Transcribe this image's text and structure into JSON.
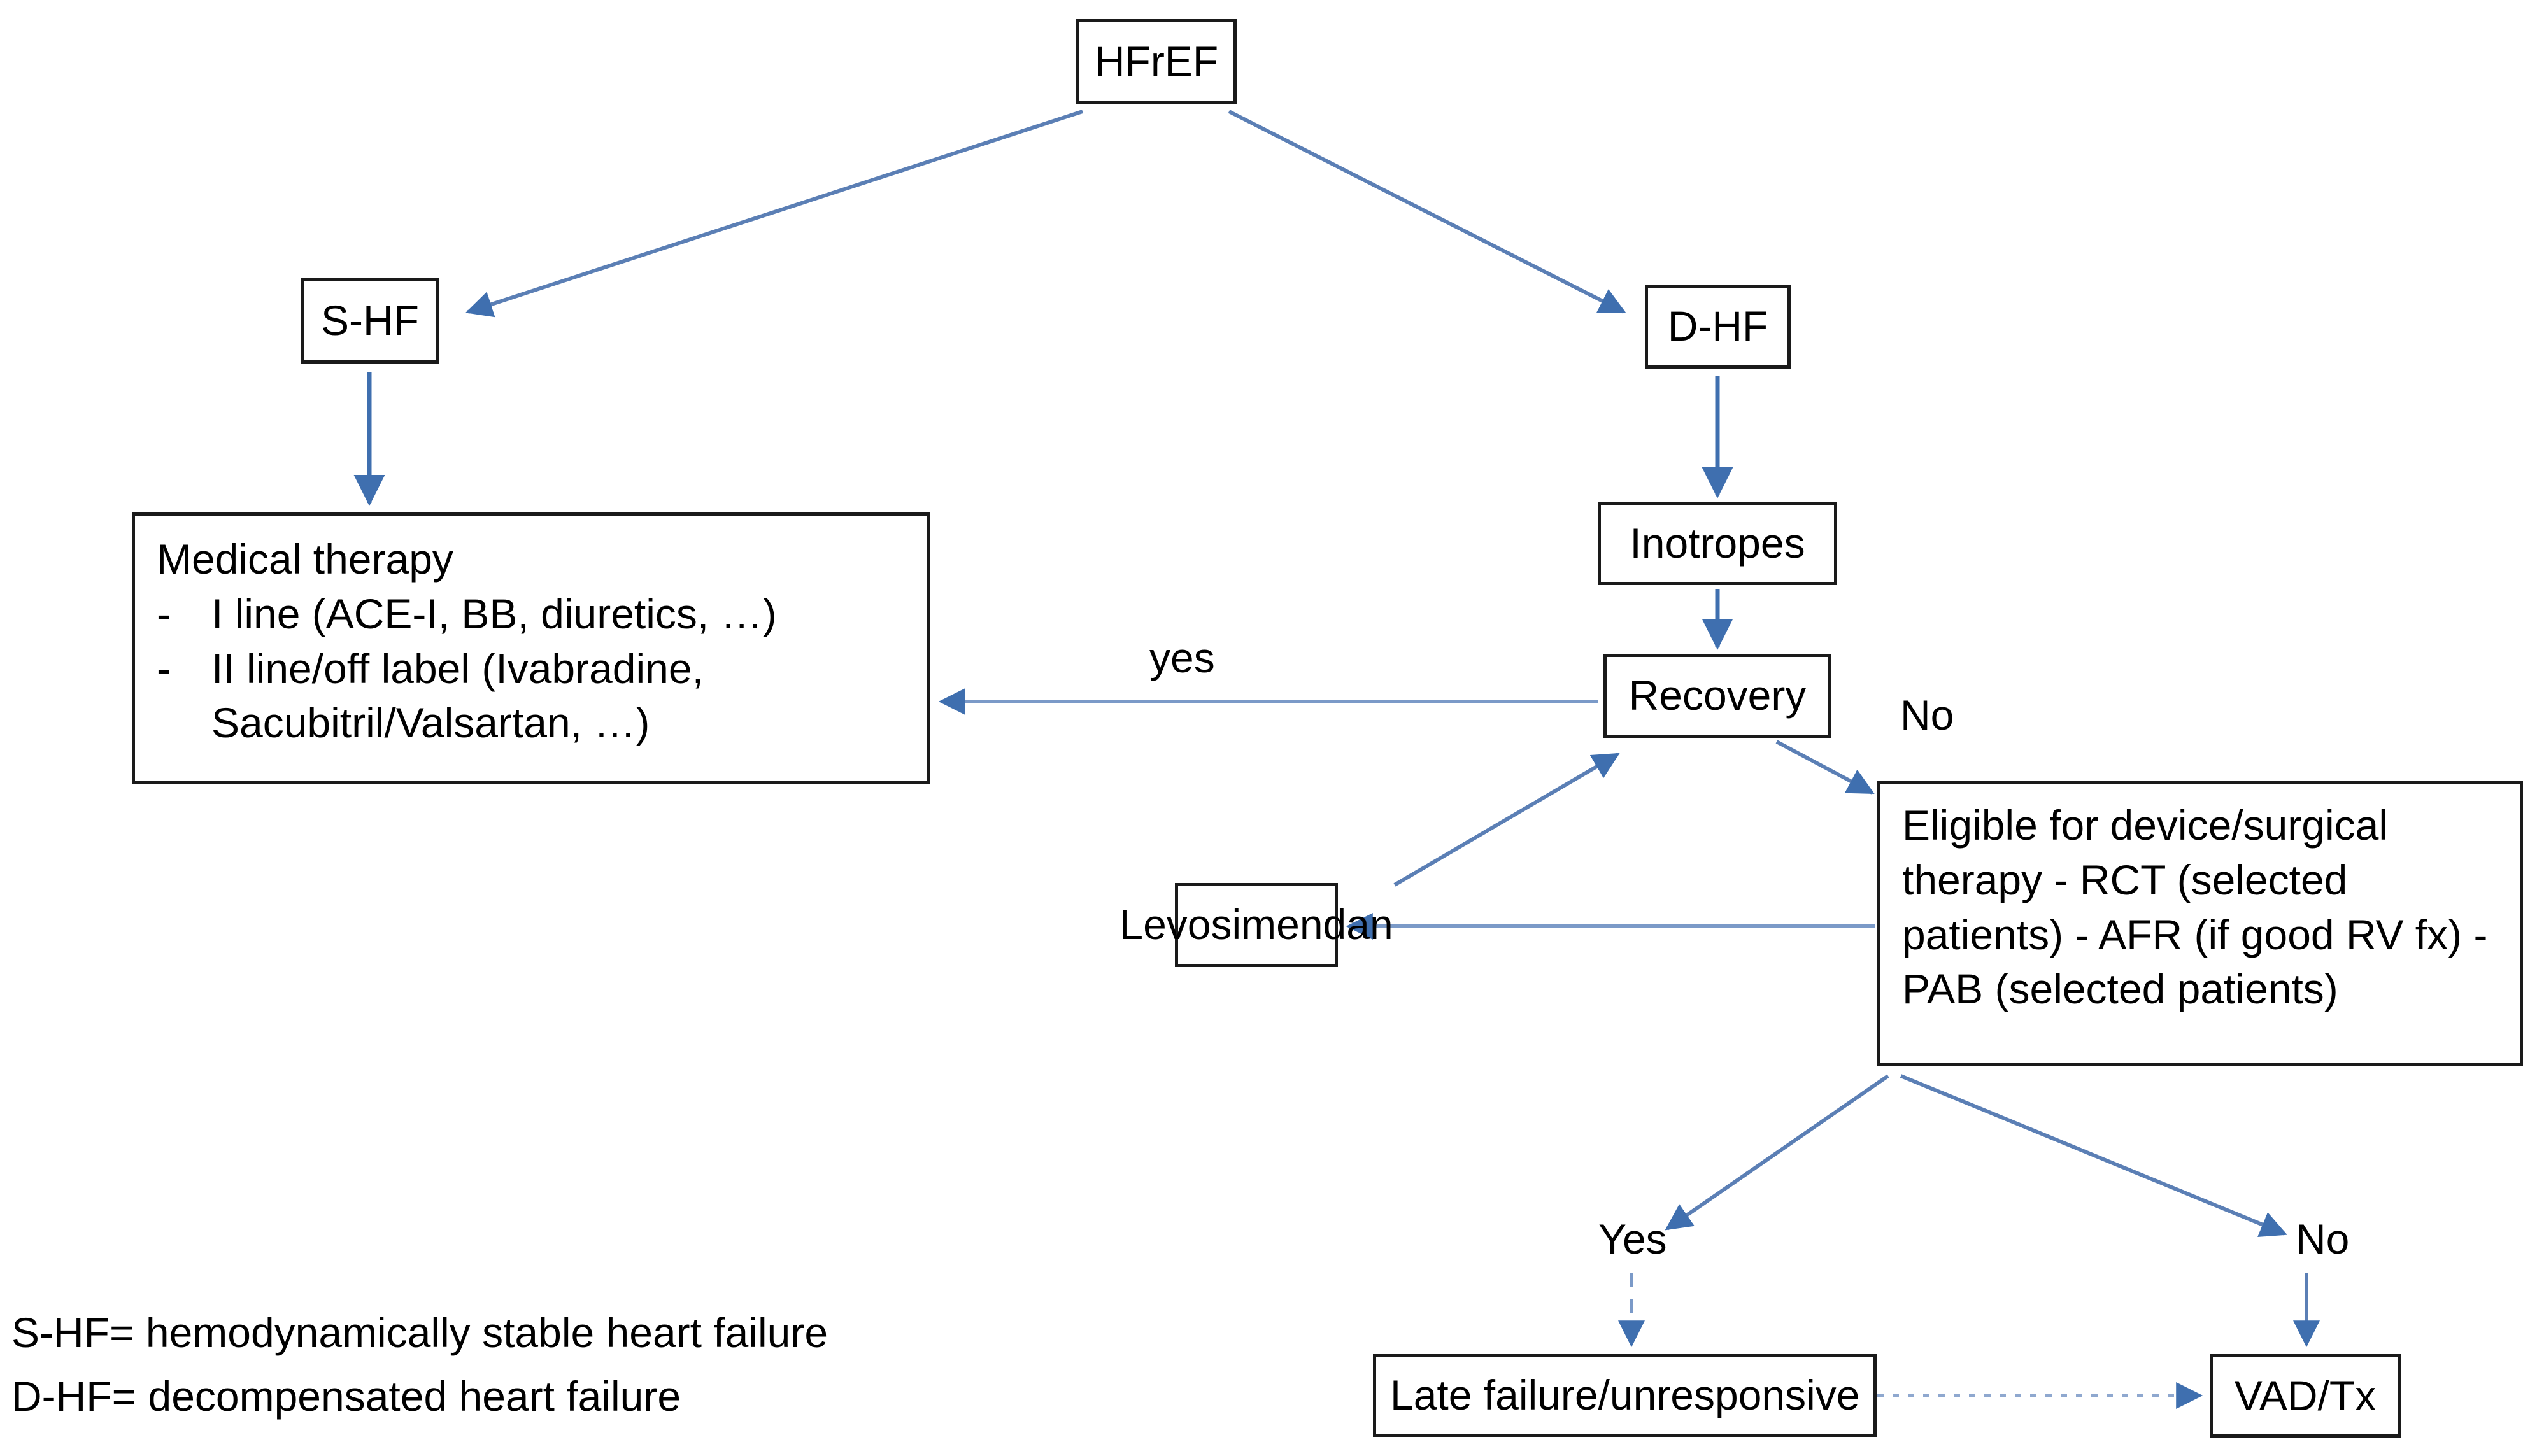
{
  "diagram": {
    "title": "HFrEF treatment algorithm flowchart",
    "accent_color": "#3f6faf",
    "box_border_color": "#1a1a1a",
    "text_color": "#000000",
    "background": "#ffffff"
  },
  "nodes": {
    "hfref": {
      "label": "HFrEF"
    },
    "shf": {
      "label": "S-HF"
    },
    "dhf": {
      "label": "D-HF"
    },
    "inotropes": {
      "label": "Inotropes"
    },
    "recovery": {
      "label": "Recovery"
    },
    "levosimendan": {
      "label": "Levosimendan"
    },
    "medical_therapy": {
      "title": "Medical therapy",
      "bullets": [
        {
          "marker": "-",
          "text": "I line (ACE-I, BB, diuretics, …)"
        },
        {
          "marker": "-",
          "text": "II line/off label (Ivabradine, Sacubitril/Valsartan, …)"
        }
      ]
    },
    "eligible": {
      "title_line1": "Eligible for device/surgical",
      "title_line2": "therapy",
      "bullets": [
        "- RCT (selected patients)",
        "- AFR (if good RV fx)",
        "- PAB (selected patients)"
      ]
    },
    "late_failure": {
      "label": "Late failure/unresponsive"
    },
    "vad_tx": {
      "label": "VAD/Tx"
    }
  },
  "edge_labels": {
    "recovery_yes": "yes",
    "recovery_no": "No",
    "eligible_yes": "Yes",
    "eligible_no": "No"
  },
  "legend": {
    "line1": "S-HF= hemodynamically stable heart failure",
    "line2": "D-HF= decompensated heart failure"
  }
}
